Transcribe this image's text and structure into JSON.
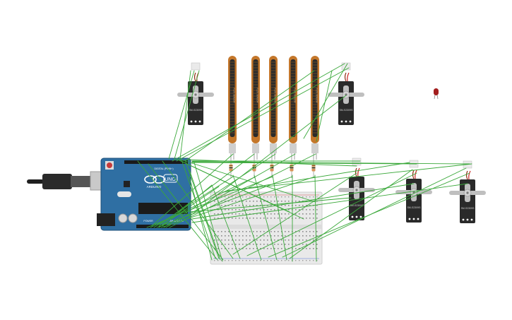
{
  "canvas": {
    "background": "#ffffff"
  },
  "colors": {
    "wire": "#3aa83a",
    "arduino_board": "#2f6fa3",
    "flex_outer": "#c4772b",
    "flex_inner": "#2b2b2b",
    "servo_body": "#2a2a2a",
    "servo_horn": "#bfbfbf",
    "breadboard": "#e9e9e9",
    "resistor": "#d9b98b",
    "led": "#a31e1e"
  },
  "arduino": {
    "brand": "ARDUINO",
    "model": "UNO",
    "label_digital": "DIGITAL (PWM~)",
    "label_analog": "ANALOG IN",
    "label_power": "POWER",
    "label_aref": "AREF",
    "label_gnd": "GND",
    "chip_icon": "microcontroller-chip-icon",
    "usb_icon": "usb-cable-icon",
    "reset_icon": "reset-button-icon"
  },
  "servos": [
    {
      "id": "servo-1",
      "label": "SM-S2309S"
    },
    {
      "id": "servo-2",
      "label": "SM-S2309S"
    },
    {
      "id": "servo-3",
      "label": "SM-S2309S"
    },
    {
      "id": "servo-4",
      "label": "SM-S2309S"
    },
    {
      "id": "servo-5",
      "label": "SM-S2309S"
    }
  ],
  "flex_sensors": [
    {
      "id": "flex-1",
      "label": "FLEX SENSOR"
    },
    {
      "id": "flex-2",
      "label": "FLEX SENSOR"
    },
    {
      "id": "flex-3",
      "label": "FLEX SENSOR"
    },
    {
      "id": "flex-4",
      "label": "FLEX SENSOR"
    },
    {
      "id": "flex-5",
      "label": "FLEX SENSOR"
    }
  ],
  "resistors": {
    "count": 5,
    "icon": "resistor-icon"
  },
  "led": {
    "icon": "led-icon"
  },
  "breadboard": {
    "icon": "breadboard-icon"
  }
}
